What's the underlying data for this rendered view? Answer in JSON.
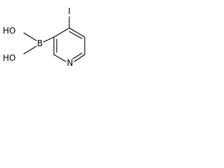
{
  "molecule": {
    "atoms": {
      "iodine": "I",
      "hydroxyl_top": "HO",
      "boron": "B",
      "hydroxyl_bottom": "HO",
      "ring_nitrogen": "N"
    }
  },
  "colors": {
    "bond": "#000000",
    "label": "#000000",
    "background": "#ffffff"
  }
}
